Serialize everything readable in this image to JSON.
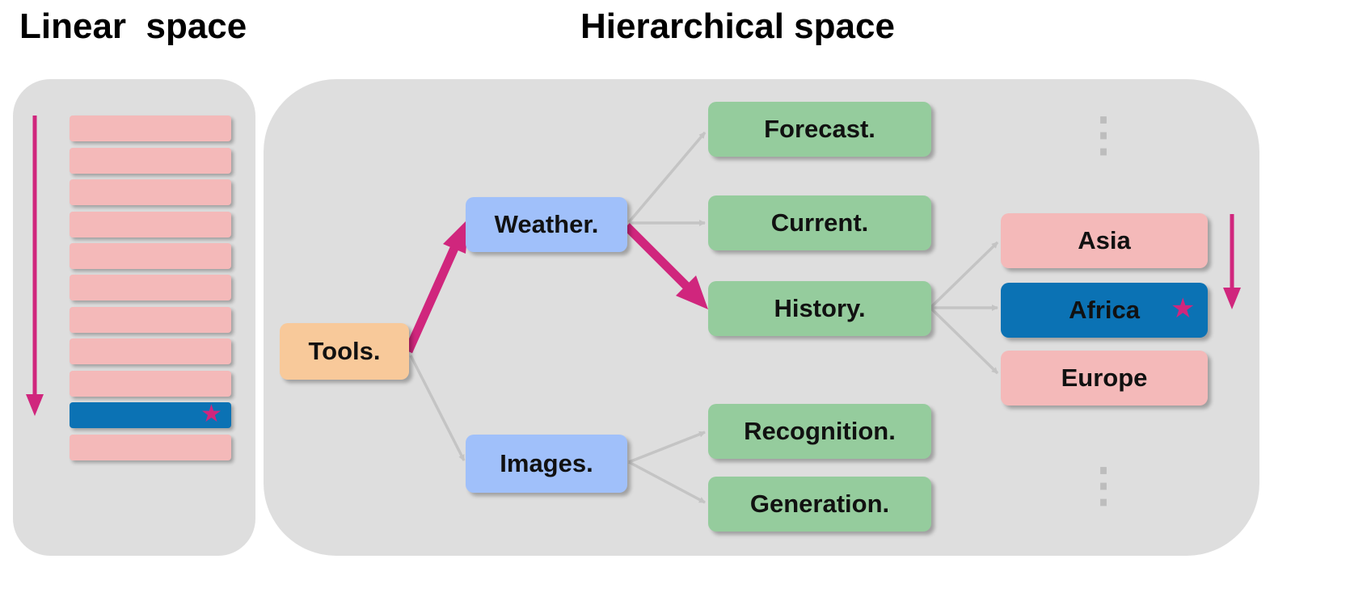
{
  "titles": {
    "linear": "Linear  space",
    "hierarchical": "Hierarchical space"
  },
  "colors": {
    "panel": "#dedede",
    "list_item": "#f4b9b9",
    "selected": "#0b72b4",
    "accent_arrow": "#d0267d",
    "gray_arrow": "#c4c4c4",
    "root": "#f8c99a",
    "category": "#a0c0fa",
    "tool": "#95cc9d",
    "leaf": "#f4b9b9"
  },
  "linear_list": {
    "item_count": 11,
    "selected_index": 9,
    "star": "★"
  },
  "nodes": {
    "root": "Tools.",
    "weather": "Weather.",
    "images": "Images.",
    "forecast": "Forecast.",
    "current": "Current.",
    "history": "History.",
    "recognition": "Recognition.",
    "generation": "Generation.",
    "asia": "Asia",
    "africa": "Africa",
    "europe": "Europe"
  },
  "star": "★",
  "ellipsis": "⋮"
}
